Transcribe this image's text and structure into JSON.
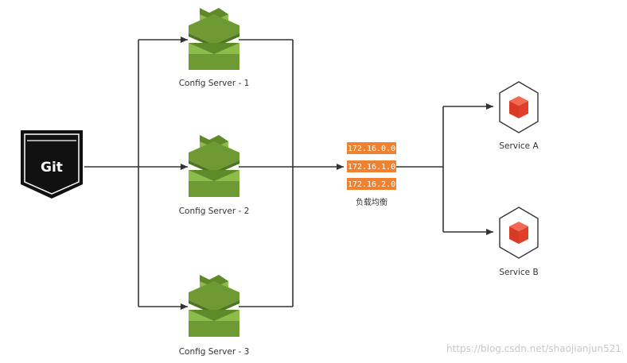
{
  "git": {
    "label": "Git"
  },
  "config_servers": [
    {
      "label": "Config Server - 1"
    },
    {
      "label": "Config Server - 2"
    },
    {
      "label": "Config Server - 3"
    }
  ],
  "load_balancer": {
    "ips": [
      "172.16.0.0",
      "172.16.1.0",
      "172.16.2.0"
    ],
    "label": "负载均衡",
    "color": "#f0812f"
  },
  "services": [
    {
      "label": "Service A"
    },
    {
      "label": "Service B"
    }
  ],
  "colors": {
    "server_green": "#6f9a33",
    "server_green_light": "#8cbd4a",
    "service_red": "#e0402a",
    "git_black": "#111111"
  },
  "watermark": "https://blog.csdn.net/shaojianjun521"
}
